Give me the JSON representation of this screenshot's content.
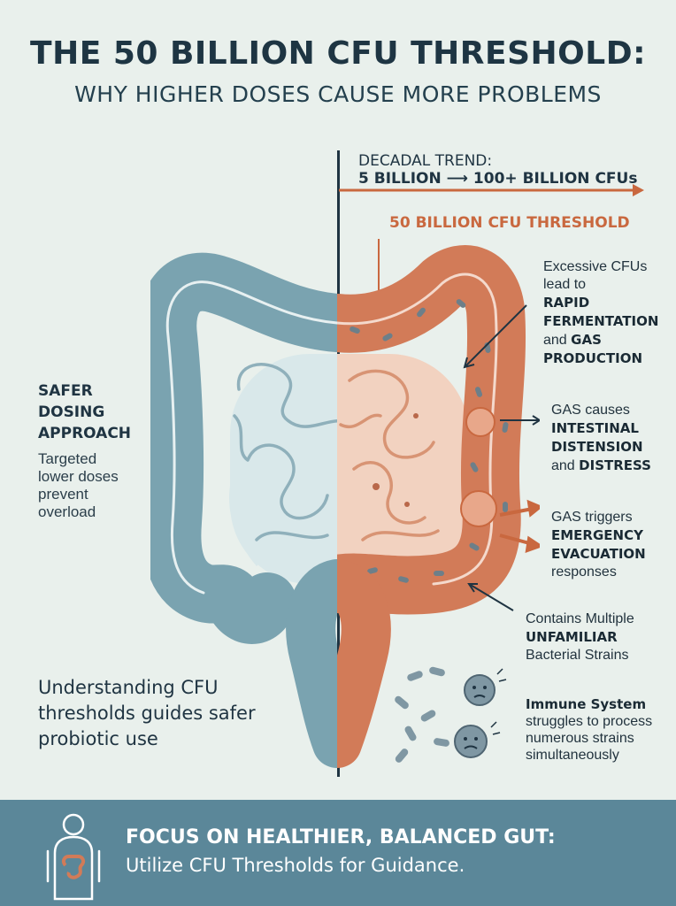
{
  "header": {
    "title": "THE 50 BILLION CFU THRESHOLD:",
    "subtitle": "WHY HIGHER DOSES CAUSE MORE PROBLEMS"
  },
  "trend": {
    "label": "DECADAL TREND:",
    "from": "5 BILLION",
    "to": "100+ BILLION CFUs"
  },
  "threshold": {
    "label": "50 BILLION CFU THRESHOLD"
  },
  "left_panel": {
    "heading": "SAFER DOSING APPROACH",
    "body": "Targeted lower doses prevent overload",
    "bottom": "Understanding CFU thresholds guides safer probiotic use"
  },
  "notes": [
    {
      "lead": "Excessive CFUs lead to",
      "strong1": "RAPID FERMENTATION",
      "mid": "and",
      "strong2": "GAS PRODUCTION",
      "tail": ""
    },
    {
      "lead": "GAS causes",
      "strong1": "INTESTINAL DISTENSION",
      "mid": "and",
      "strong2": "DISTRESS",
      "tail": ""
    },
    {
      "lead": "GAS triggers",
      "strong1": "EMERGENCY EVACUATION",
      "mid": "responses",
      "strong2": "",
      "tail": ""
    },
    {
      "lead": "Contains Multiple",
      "strong1": "UNFAMILIAR",
      "mid": "Bacterial Strains",
      "strong2": "",
      "tail": ""
    },
    {
      "lead": "",
      "strong1": "Immune System",
      "mid": "struggles to process numerous strains simultaneously",
      "strong2": "",
      "tail": ""
    }
  ],
  "footer": {
    "heading": "FOCUS ON HEALTHIER, BALANCED GUT:",
    "subheading": "Utilize CFU Thresholds for Guidance."
  },
  "icons": {
    "person": "person-silhouette-icon",
    "microbe": "microbe-icon"
  },
  "colors": {
    "background": "#e9f0ec",
    "healthy": "#7aa3b0",
    "healthy_light": "#d9e8ea",
    "excess": "#d27b58",
    "excess_light": "#f2d2c0",
    "accent": "#c9683f",
    "text": "#1f3442",
    "footer": "#5b8799"
  }
}
